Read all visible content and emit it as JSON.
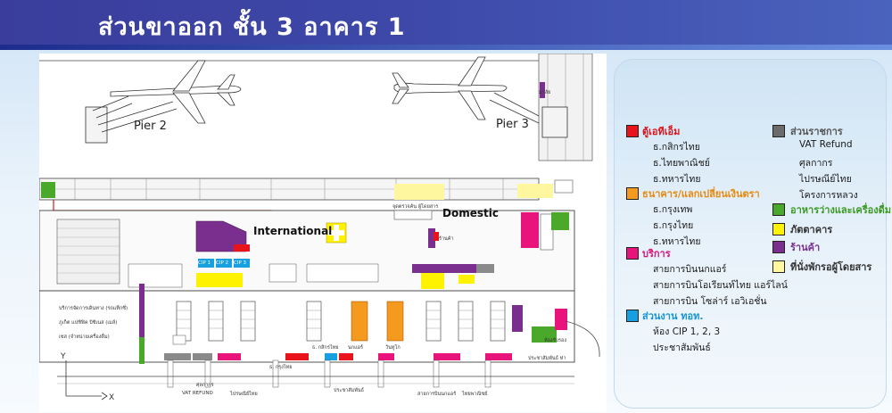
{
  "header": {
    "title": "ส่วนขาออก ชั้น 3 อาคาร 1"
  },
  "map": {
    "pier_left": "Pier 2",
    "pier_right": "Pier 3",
    "international": "International",
    "domestic": "Domestic",
    "cip_labels": [
      "CIP 1",
      "CIP 2",
      "CIP 3"
    ],
    "counter_orange_1": "นกแอร์",
    "counter_orange_2": "วันทูโก",
    "left_notes": [
      "บริการจัดการเดินทาง (รถแท็กซี่)",
      "ภูเก็ต แปซิฟิค บิซิเนส (เมล์)",
      "เซส (จำหน่ายเครื่องดื่ม)"
    ],
    "bottom_labels": [
      "VAT REFUND",
      "ศุลกากร",
      "ไปรษณีย์ไทย",
      "ธ. กรุงไทย",
      "ประชาสัมพันธ์",
      "ธ. กสิกรไทย",
      "สายการบินนกแอร์",
      "ไทยพาณิชย์",
      "ประชาสัมพันธ์ ท่า"
    ],
    "top_labels": [
      "จุดตรวจค้น ผู้โดยสาร",
      "มาลัย",
      "ร้านค้า",
      "ห้องรับรอง"
    ]
  },
  "legend": {
    "col1": [
      {
        "category": "ตู้เอทีเอ็ม",
        "color": "#e8131b",
        "text_color": "#d9161c",
        "items": [
          "ธ.กสิกรไทย",
          "ธ.ไทยพาณิชย์",
          "ธ.ทหารไทย"
        ]
      },
      {
        "category": "ธนาคาร/แลกเปลี่ยนเงินตรา",
        "color": "#f39a1f",
        "text_color": "#e88a10",
        "items": [
          "ธ.กรุงเทพ",
          "ธ.กรุงไทย",
          "ธ.ทหารไทย"
        ]
      },
      {
        "category": "บริการ",
        "color": "#e8147c",
        "text_color": "#d8147a",
        "items": [
          "สายการบินนกแอร์",
          "สายการบินโอเรียนท์ไทย แอร์ไลน์",
          "สายการบิน โซล่าร์ เอวิเอชั่น"
        ]
      },
      {
        "category": "ส่วนงาน ทอท.",
        "color": "#16a0e0",
        "text_color": "#1594d6",
        "items": [
          "ห้อง CIP 1, 2, 3",
          "ประชาสัมพันธ์"
        ]
      }
    ],
    "col2": [
      {
        "category": "ส่วนราชการ",
        "color": "#6b6b6b",
        "text_color": "#555555",
        "items": [
          "VAT Refund",
          "ศุลกากร",
          "ไปรษณีย์ไทย",
          "โครงการหลวง"
        ]
      },
      {
        "category": "อาหารว่างและเครื่องดื่ม",
        "color": "#4aa82a",
        "text_color": "#3a9a22",
        "items": []
      },
      {
        "category": "ภัตตาคาร",
        "color": "#fff200",
        "text_color": "#333333",
        "items": []
      },
      {
        "category": "ร้านค้า",
        "color": "#7a2f8e",
        "text_color": "#7a2f8e",
        "items": []
      },
      {
        "category": "ที่นั่งพักรอผู้โดยสาร",
        "color": "#fff6a0",
        "text_color": "#333333",
        "items": []
      }
    ]
  }
}
